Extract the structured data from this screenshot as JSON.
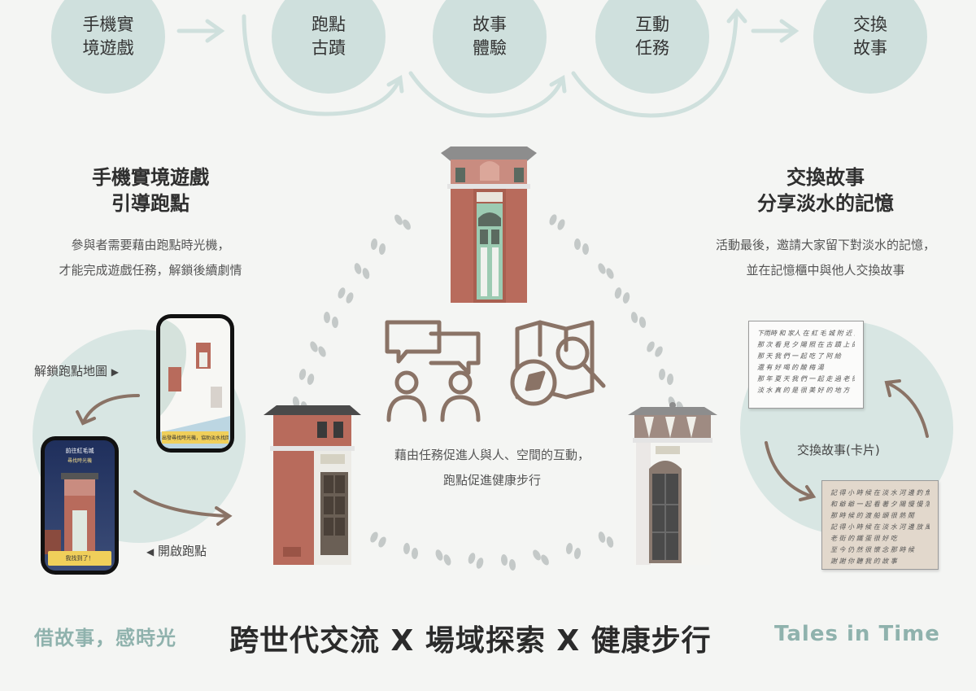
{
  "flow": {
    "steps": [
      {
        "line1": "手機實",
        "line2": "境遊戲"
      },
      {
        "line1": "跑點",
        "line2": "古蹟"
      },
      {
        "line1": "故事",
        "line2": "體驗"
      },
      {
        "line1": "互動",
        "line2": "任務"
      },
      {
        "line1": "交換",
        "line2": "故事"
      }
    ]
  },
  "left_section": {
    "title_line1": "手機實境遊戲",
    "title_line2": "引導跑點",
    "desc_line1": "參與者需要藉由跑點時光機，",
    "desc_line2": "才能完成遊戲任務，解鎖後續劇情",
    "unlock_map_label": "解鎖跑點地圖",
    "open_point_label": "開啟跑點"
  },
  "right_section": {
    "title_line1": "交換故事",
    "title_line2": "分享淡水的記憶",
    "desc_line1": "活動最後，邀請大家留下對淡水的記憶，",
    "desc_line2": "並在記憶櫃中與他人交換故事",
    "card_label": "交換故事(卡片)"
  },
  "center": {
    "desc_line1": "藉由任務促進人與人、空間的互動，",
    "desc_line2": "跑點促進健康步行"
  },
  "phone_map": {
    "banner": "出發尋找時光機，協助淡水找回記憶"
  },
  "phone_game": {
    "title": "前往紅毛城",
    "subtitle": "尋找時光機",
    "button": "我找到了！"
  },
  "cards": {
    "top_lines": [
      "下雨時 和 家人 在 紅 毛 城 附 近 散 步 的",
      "那 次 看 見 夕 陽 照 在 古 蹟 上 的 光 景",
      "那 天 我 們 一 起 吃 了 阿 給",
      "還 有 好 喝 的 酸 梅 湯",
      "那 年 夏 天 我 們 一 起 走 過 老 街 看 了 好 多 東 西",
      "淡 水 真 的 是 很 美 好 的 地 方"
    ],
    "bottom_lines": [
      "記 得 小 時 候 在 淡 水 河 邊 釣 魚 的 日 子",
      "和 爺 爺 一 起 看 著 夕 陽 慢 慢 落 下",
      "那 時 候 的 渡 船 頭 很 熱 鬧",
      "記 得 小 時 候 在 淡 水 河 邊 放 風 箏",
      "老 街 的 鐵 蛋 很 好 吃",
      "至 今 仍 然 很 懷 念 那 時 候",
      "謝 謝 你 聽 我 的 故 事"
    ]
  },
  "footer": {
    "left": "借故事，感時光",
    "main": "跨世代交流 X 場域探索 X 健康步行",
    "right": "Tales in Time"
  },
  "colors": {
    "circle_fill": "#cfe0dd",
    "accent_teal": "#8fb2ad",
    "icon_brown": "#8a7366",
    "brick": "#b86b5c",
    "footprint": "#c4c9c8"
  }
}
